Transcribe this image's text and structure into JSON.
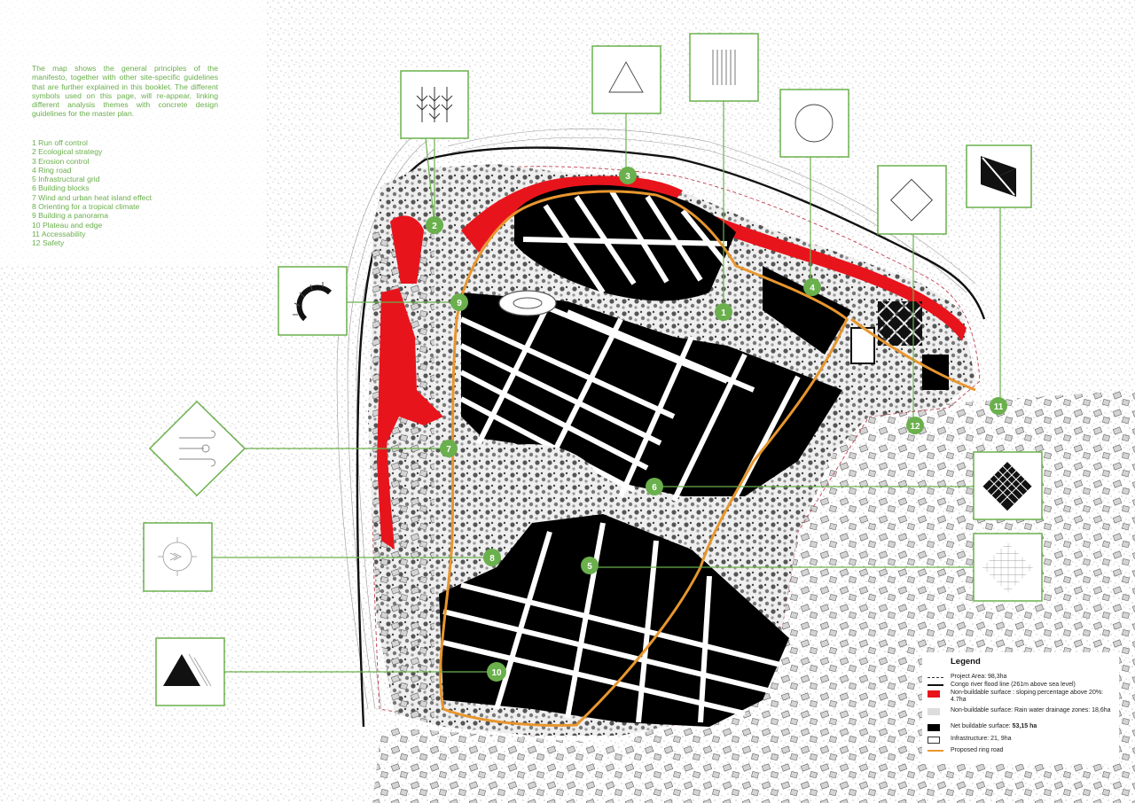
{
  "intro_text": "The map shows the general principles of the manifesto, together with other site-specific guidelines that are further explained in this booklet. The different symbols used on this page, will re-appear, linking different analysis themes with concrete design guidelines for the master plan.",
  "principles": [
    "1 Run off control",
    "2 Ecological strategy",
    "3 Erosion control",
    "4 Ring road",
    "5 Infrastructural grid",
    "6 Building blocks",
    "7 Wind and urban heat island effect",
    "8 Orienting for a tropical climate",
    "9 Building a panorama",
    "10 Plateau and edge",
    "11 Accessability",
    "12 Safety"
  ],
  "markers": [
    {
      "label": "1",
      "icon": "vertical-lines-icon"
    },
    {
      "label": "2",
      "icon": "trees-icon"
    },
    {
      "label": "3",
      "icon": "triangle-outline-icon"
    },
    {
      "label": "4",
      "icon": "circle-outline-icon"
    },
    {
      "label": "5",
      "icon": "crosshatch-grid-icon"
    },
    {
      "label": "6",
      "icon": "filled-grid-diamond-icon"
    },
    {
      "label": "7",
      "icon": "wind-swirl-icon"
    },
    {
      "label": "8",
      "icon": "sun-compass-icon"
    },
    {
      "label": "9",
      "icon": "panorama-arc-icon"
    },
    {
      "label": "10",
      "icon": "mountain-triangle-icon"
    },
    {
      "label": "11",
      "icon": "split-diamond-icon"
    },
    {
      "label": "12",
      "icon": "diamond-outline-icon"
    }
  ],
  "legend": {
    "title": "Legend",
    "items": [
      {
        "text": "Project Area: 98,3ha",
        "swatch": "dashed"
      },
      {
        "text": "Congo river flood line (261m above sea level)",
        "swatch": "solid-black"
      },
      {
        "text": "Non-buildable surface : sloping percentage above 20%: 4.7ha",
        "swatch": "red"
      },
      {
        "text": "Non-buildable surface: Rain water drainage zones: 18,6ha",
        "swatch": "light-grey"
      },
      {
        "text": "Net buildable surface: ",
        "bold": "53,15 ha",
        "swatch": "black"
      },
      {
        "text": "Infrastructure: 21, 9ha",
        "swatch": "outline"
      },
      {
        "text": "Proposed ring road",
        "swatch": "orange"
      }
    ]
  },
  "colors": {
    "accent_green": "#6ab04c",
    "ring_road": "#e8962e",
    "slope": "#e8141c",
    "buildable": "#000000",
    "drainage": "#dcdcdc"
  }
}
